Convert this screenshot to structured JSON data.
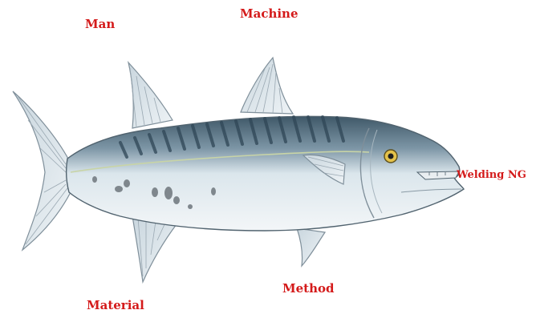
{
  "labels": {
    "man": "Man",
    "machine": "Machine",
    "effect": "Welding NG",
    "method": "Method",
    "material": "Material"
  },
  "colors": {
    "label": "#d41a1a",
    "back": "#4e6677",
    "belly": "#eef3f6",
    "stripe": "#2f4656",
    "spot": "#7f878d",
    "eye": "#e4c24a"
  },
  "illustration": "barracuda-fish"
}
